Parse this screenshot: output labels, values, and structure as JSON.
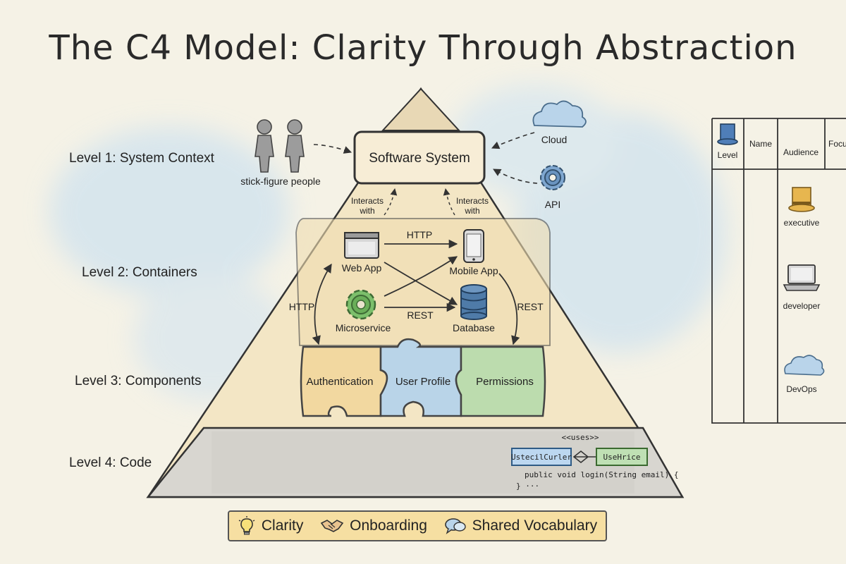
{
  "title": "The C4 Model: Clarity Through Abstraction",
  "levels": [
    {
      "label": "Level 1: System Context"
    },
    {
      "label": "Level 2: Containers"
    },
    {
      "label": "Level 3: Components"
    },
    {
      "label": "Level 4: Code"
    }
  ],
  "context": {
    "system": "Software System",
    "people_label": "stick-figure people",
    "cloud_label": "Cloud",
    "api_label": "API",
    "interacts_left": [
      "Interacts",
      "with"
    ],
    "interacts_right": [
      "Interacts",
      "with"
    ]
  },
  "containers": {
    "web_app": "Web App",
    "mobile_app": "Mobile App",
    "microservice": "Microservice",
    "database": "Database",
    "http_top": "HTTP",
    "rest_mid": "REST",
    "http_left": "HTTP",
    "rest_right": "REST"
  },
  "components": {
    "authentication": "Authentication",
    "user_profile": "User Profile",
    "permissions": "Permissions"
  },
  "code": {
    "uses": "<<uses>>",
    "class_left": "UstecilCurler",
    "class_right": "UseHrice",
    "code_line1": "public void login(String email) {",
    "code_line2": "} ···"
  },
  "audience_table": {
    "headers": [
      "Level",
      "Name",
      "Audience",
      "Focu"
    ],
    "audiences": [
      "executive",
      "developer",
      "DevOps"
    ]
  },
  "legend": {
    "items": [
      "Clarity",
      "Onboarding",
      "Shared Vocabulary"
    ]
  },
  "colors": {
    "background": "#f5f2e6",
    "sky_wash": "#cfe2ef",
    "yellow_piece": "#f2d8a0",
    "blue_piece": "#b9d4e8",
    "green_piece": "#bcdcae",
    "legend_fill": "#f6dfa2",
    "code_class_blue": "#bcd7f0",
    "code_class_green": "#bfe0b4"
  },
  "icons": {
    "people": "stick-figure-icon",
    "cloud": "cloud-icon",
    "api": "gear-icon",
    "web_app": "browser-window-icon",
    "mobile_app": "phone-icon",
    "microservice": "gear-icon",
    "database": "database-icon",
    "executive": "top-hat-icon",
    "developer": "laptop-icon",
    "devops": "cloud-icon",
    "clarity": "lightbulb-icon",
    "onboarding": "handshake-icon",
    "shared_vocabulary": "speech-bubble-icon"
  }
}
